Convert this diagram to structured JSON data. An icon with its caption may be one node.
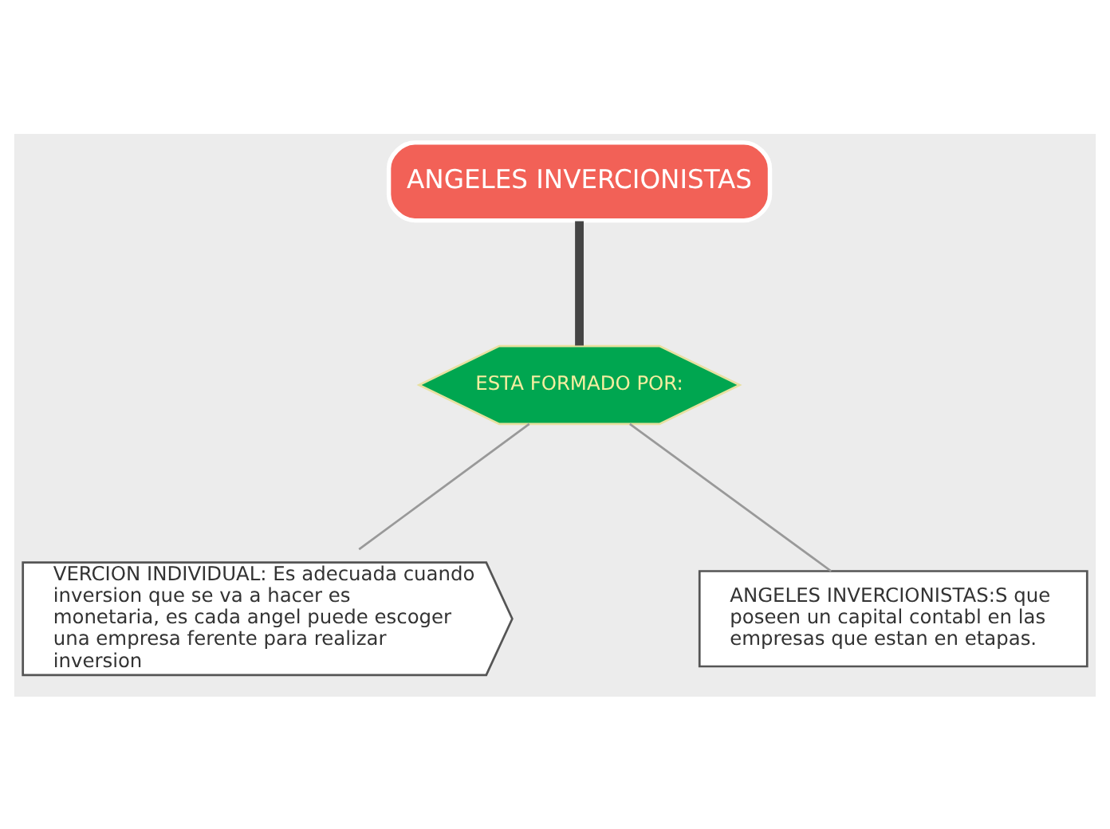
{
  "diagram": {
    "nodes": [
      {
        "text": [
          "ANGELES INVERCIONISTAS"
        ]
      },
      {
        "text": [
          "ESTA FORMADO POR:"
        ]
      },
      {
        "text": [
          "VERCION INDIVIDUAL: Es adecuada cuando inversion que se va a hacer es monetaria, es cada angel puede escoger una empresa ferente para realizar inversion"
        ]
      },
      {
        "text": [
          "ANGELES INVERCIONISTAS:S que poseen un capital contabl en las empresas que estan en etapas."
        ]
      }
    ],
    "edges": [
      {
        "from": 0,
        "to": 1,
        "arrow": "none",
        "style": "thick",
        "color": "#444444"
      },
      {
        "from": 1,
        "to": 2,
        "arrow": "none"
      },
      {
        "from": 1,
        "to": 3,
        "arrow": "none"
      }
    ]
  }
}
